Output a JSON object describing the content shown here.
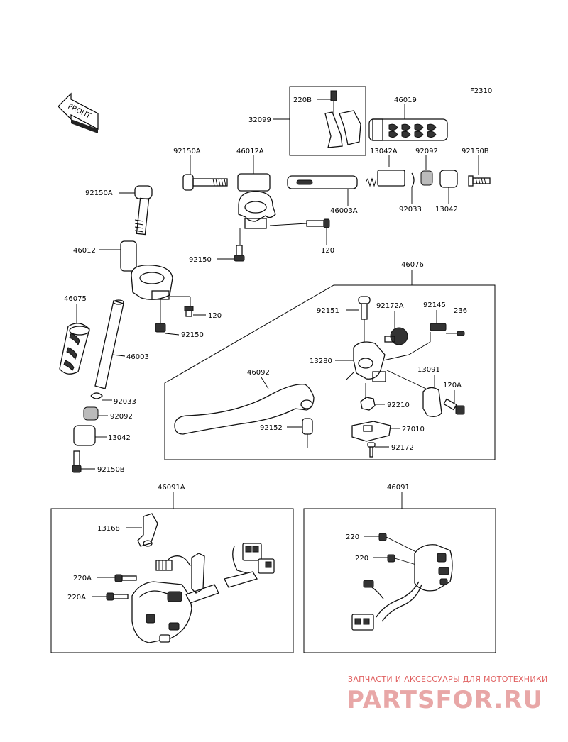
{
  "figure_code": "F2310",
  "front_arrow_label": "FRONT",
  "labels": {
    "p32099": "32099",
    "p220B": "220B",
    "p46019": "46019",
    "p13042A": "13042A",
    "p92092_top": "92092",
    "p92150B_top": "92150B",
    "p92150A_top": "92150A",
    "p46012A": "46012A",
    "p46003A": "46003A",
    "p92033_top": "92033",
    "p13042_top": "13042",
    "p92150A_left": "92150A",
    "p46012": "46012",
    "p92150_mid": "92150",
    "p120_mid": "120",
    "p46076": "46076",
    "p46075": "46075",
    "p120_left": "120",
    "p92150_left": "92150",
    "p46003": "46003",
    "p92151": "92151",
    "p92172A": "92172A",
    "p92145": "92145",
    "p236": "236",
    "p13280": "13280",
    "p46092": "46092",
    "p13091": "13091",
    "p120A": "120A",
    "p92210": "92210",
    "p92033_left": "92033",
    "p92092_left": "92092",
    "p92152": "92152",
    "p27010": "27010",
    "p13042_left": "13042",
    "p92172": "92172",
    "p92150B_left": "92150B",
    "p46091A": "46091A",
    "p46091": "46091",
    "p13168": "13168",
    "p220A_1": "220A",
    "p220A_2": "220A",
    "p220_1": "220",
    "p220_2": "220"
  },
  "watermark": {
    "subtitle": "ЗАПЧАСТИ И АКСЕССУАРЫ ДЛЯ МОТОТЕХНИКИ",
    "brand": "PARTSFOR.RU"
  }
}
